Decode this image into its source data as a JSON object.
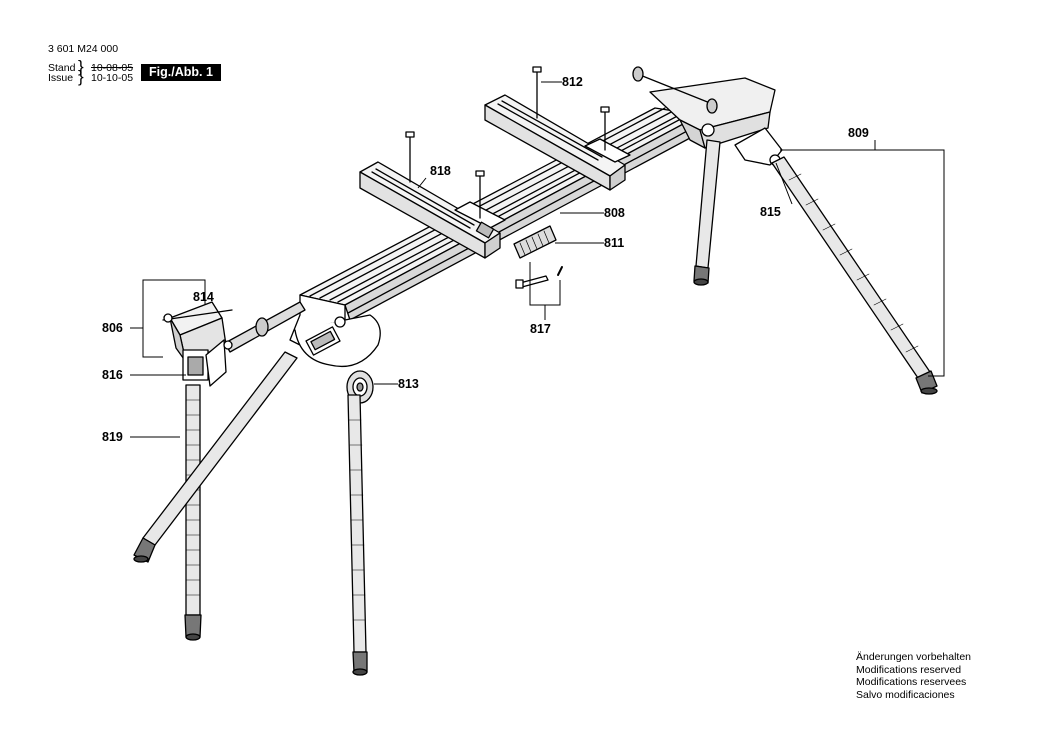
{
  "header": {
    "part_number": "3 601 M24 000",
    "stand_label": "Stand",
    "stand_date": "10-08-05",
    "issue_label": "Issue",
    "issue_date": "10-10-05",
    "figure_badge": "Fig./Abb. 1"
  },
  "callouts": {
    "c806": "806",
    "c808": "808",
    "c809": "809",
    "c811": "811",
    "c812": "812",
    "c813": "813",
    "c814": "814",
    "c815": "815",
    "c816": "816",
    "c817": "817",
    "c818": "818",
    "c819": "819"
  },
  "notes": [
    "Änderungen vorbehalten",
    "Modifications reserved",
    "Modifications reservees",
    "Salvo modificaciones"
  ]
}
